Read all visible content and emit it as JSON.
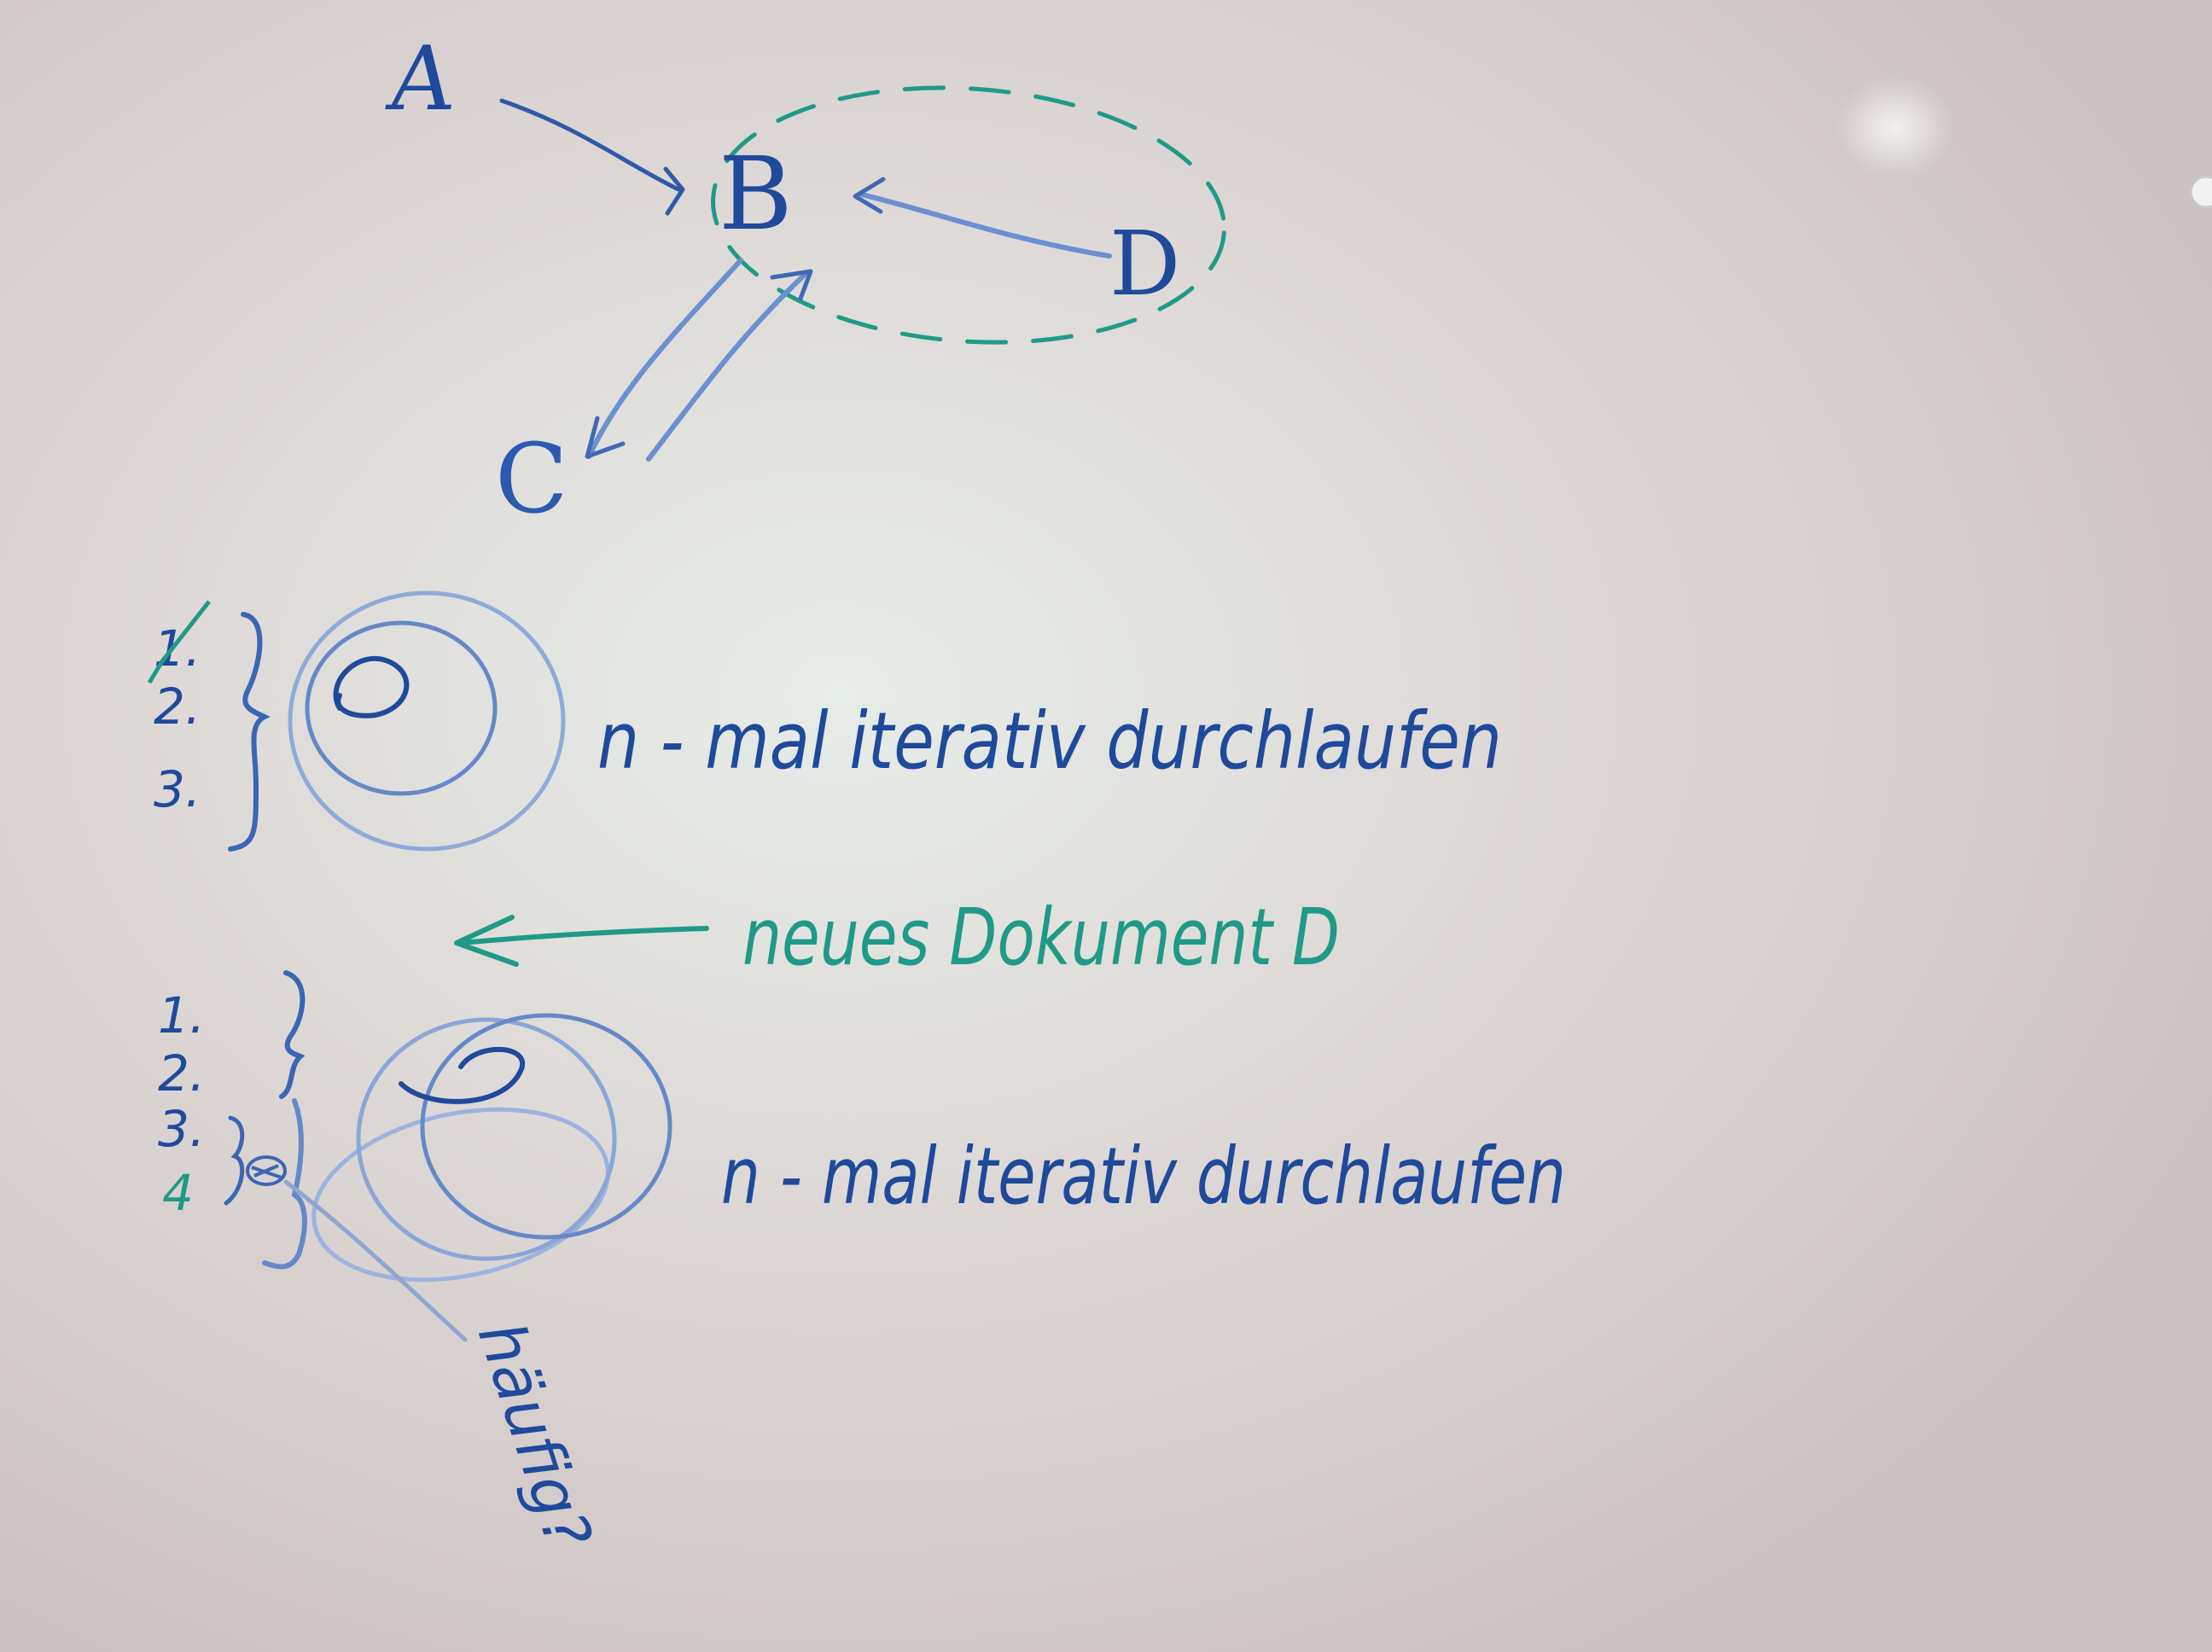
{
  "colors": {
    "board_light": "#e4e8e6",
    "board_dark": "#c8bcbd",
    "marker_blue": "#1f4a9c",
    "marker_light_blue": "#6b8fcf",
    "marker_green": "#1f9a86"
  },
  "diagram": {
    "nodes": [
      {
        "id": "A",
        "label": "A"
      },
      {
        "id": "B",
        "label": "B"
      },
      {
        "id": "C",
        "label": "C"
      },
      {
        "id": "D",
        "label": "D"
      }
    ],
    "edges": [
      {
        "from": "A",
        "to": "B"
      },
      {
        "from": "D",
        "to": "B"
      },
      {
        "from": "B",
        "to": "C"
      },
      {
        "from": "C",
        "to": "B"
      }
    ],
    "grouping": "dashed ellipse around B and D (green)"
  },
  "section1": {
    "list": [
      "1.",
      "2.",
      "3."
    ],
    "note": "n - mal iterativ durchlaufen"
  },
  "arrow_note": "neues Dokument D",
  "section2": {
    "list": [
      "1.",
      "2.",
      "3.",
      "4"
    ],
    "note": "n - mal iterativ durchlaufen",
    "side_note": "häufig?"
  }
}
